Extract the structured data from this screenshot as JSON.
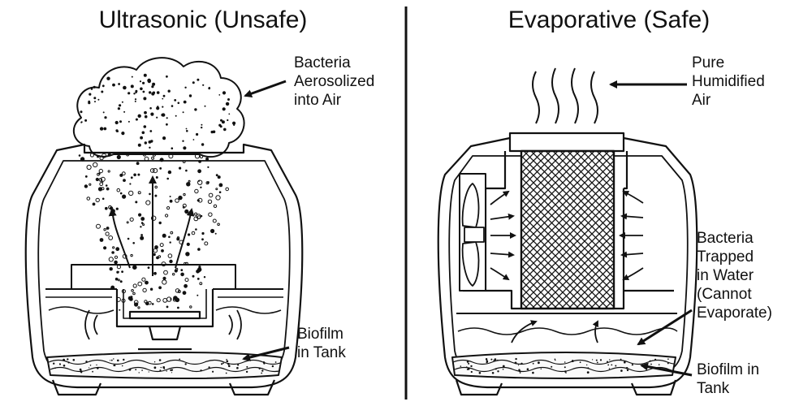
{
  "panels": {
    "left": {
      "title": "Ultrasonic (Unsafe)",
      "label_top": [
        "Bacteria",
        "Aerosolized",
        "into Air"
      ],
      "label_bottom": [
        "Biofilm",
        "in Tank"
      ]
    },
    "right": {
      "title": "Evaporative (Safe)",
      "label_top": [
        "Pure",
        "Humidified",
        "Air"
      ],
      "label_middle": [
        "Bacteria",
        "Trapped",
        "in Water",
        "(Cannot",
        "Evaporate)"
      ],
      "label_bottom": [
        "Biofilm in",
        "Tank"
      ]
    }
  },
  "colors": {
    "ink": "#111111",
    "background": "#ffffff"
  }
}
